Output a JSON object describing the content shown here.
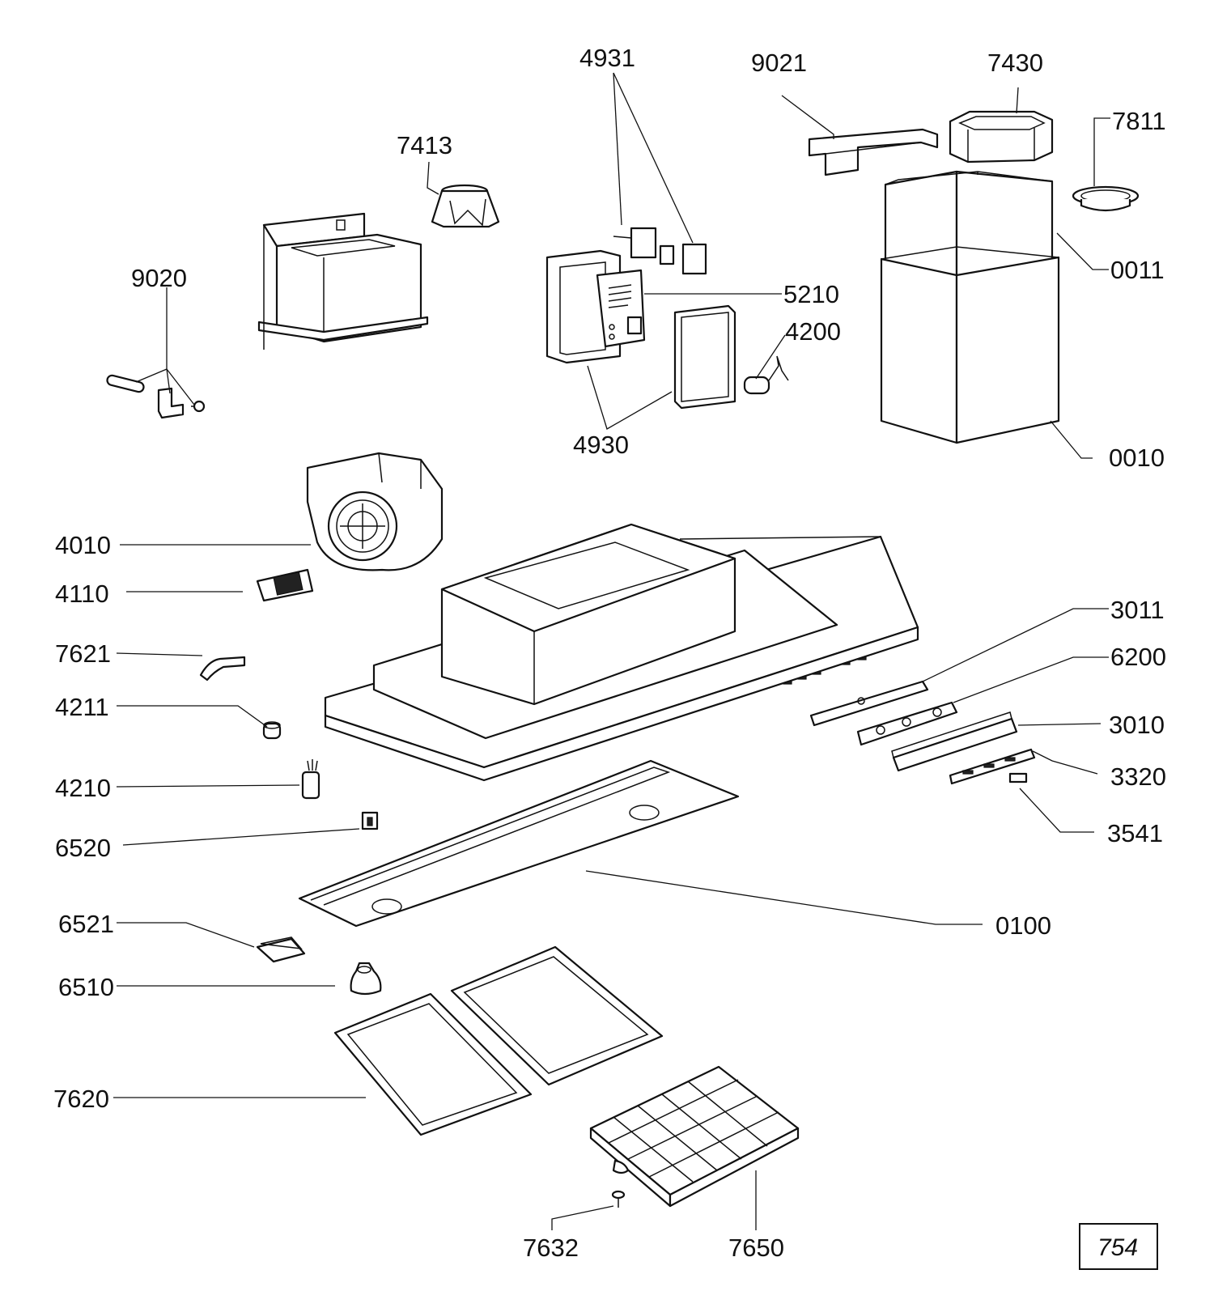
{
  "labels": {
    "l4931": "4931",
    "l9021": "9021",
    "l7430": "7430",
    "l7811": "7811",
    "l7413": "7413",
    "l9020": "9020",
    "l0011": "0011",
    "l5210": "5210",
    "l4200": "4200",
    "l4930": "4930",
    "l0010": "0010",
    "l4010": "4010",
    "l4110": "4110",
    "l3011": "3011",
    "l6200": "6200",
    "l7621": "7621",
    "l4211": "4211",
    "l3010": "3010",
    "l3320": "3320",
    "l4210": "4210",
    "l3541": "3541",
    "l6520": "6520",
    "l0100": "0100",
    "l6521": "6521",
    "l6510": "6510",
    "l7620": "7620",
    "l7632": "7632",
    "l7650": "7650"
  },
  "page_number": "754"
}
